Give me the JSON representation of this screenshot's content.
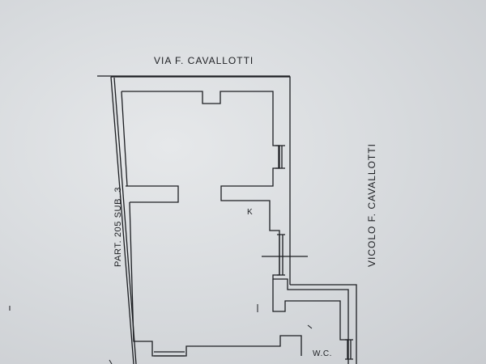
{
  "plan": {
    "street_top": "VIA F. CAVALLOTTI",
    "street_right": "VICOLO F. CAVALLOTTI",
    "parcel_label": "PART. 205  SUB. 3",
    "room_kitchen": "K",
    "room_wc": "W.C."
  },
  "colors": {
    "paper": "#dcdfe2",
    "ink": "#1c1e22"
  }
}
